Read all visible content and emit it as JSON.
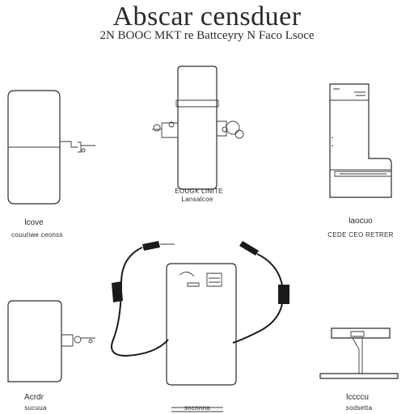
{
  "header": {
    "title": "Abscar censduer",
    "subtitle": "2N BOOC MKT re Battceyry N Faco Lsoce"
  },
  "labels": {
    "center_caption_main": "EOUGK LINITE",
    "center_caption_sub": "Lansalcoe",
    "left_mid_top": "lcove",
    "left_mid_bottom": "couutiwe ceonss",
    "right_mid_top": "laocuo",
    "right_mid_bottom": "CEDE CEO RETRER",
    "bottom_left": "Acrdr",
    "bottom_left_sub": "sucuua",
    "bottom_center_sub": "sncnnna",
    "bottom_right": "lccccu",
    "bottom_right_sub": "sodsetta"
  }
}
